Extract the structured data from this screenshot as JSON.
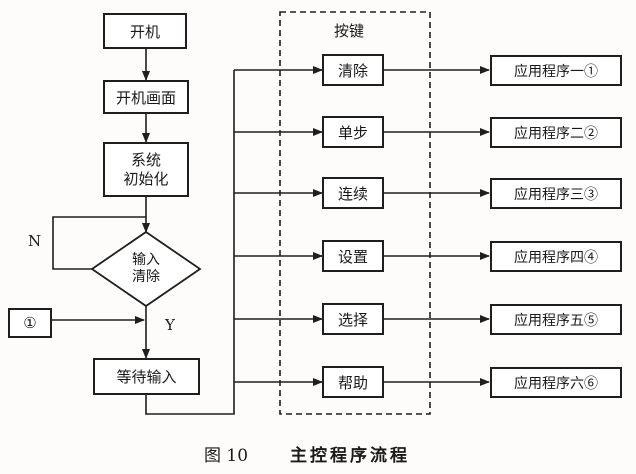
{
  "flow": {
    "start": "开机",
    "boot_screen": "开机画面",
    "init": [
      "系统",
      "初始化"
    ],
    "decision": [
      "输入",
      "清除"
    ],
    "decision_no": "N",
    "decision_yes": "Y",
    "connector": "①",
    "wait": "等待输入"
  },
  "keys": {
    "group_title": "按键",
    "items": [
      "清除",
      "单步",
      "连续",
      "设置",
      "选择",
      "帮助"
    ]
  },
  "programs": [
    "应用程序一①",
    "应用程序二②",
    "应用程序三③",
    "应用程序四④",
    "应用程序五⑤",
    "应用程序六⑥"
  ],
  "caption": {
    "figure": "图 10",
    "title": "主控程序流程"
  }
}
